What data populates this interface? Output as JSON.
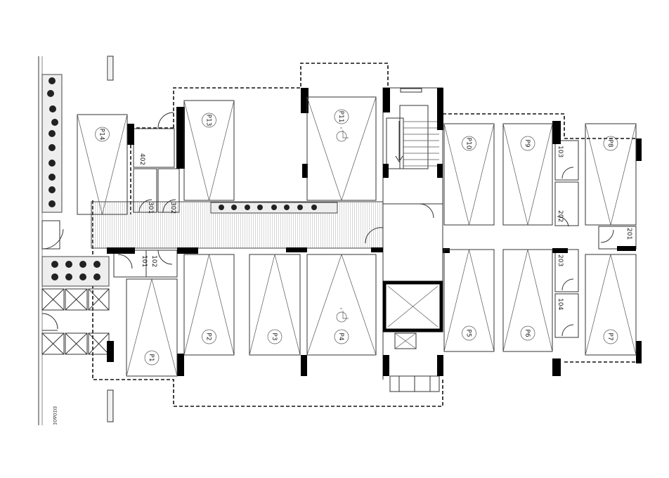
{
  "plan": {
    "parking_spaces": {
      "p14": "P14",
      "p13": "P13",
      "p11": "P11",
      "p10": "P10",
      "p9": "P9",
      "p8": "P8",
      "p1": "P1",
      "p2": "P2",
      "p3": "P3",
      "p4": "P4",
      "p5": "P5",
      "p6": "P6",
      "p7": "P7"
    },
    "accessible_spaces": [
      "P11",
      "P4"
    ],
    "rooms": {
      "r402": "402",
      "r301": "301",
      "r302": "302",
      "r101": "101",
      "r102": "102",
      "r103": "103",
      "r202": "202",
      "r201": "201",
      "r203": "203",
      "r104": "104"
    },
    "annotations": {
      "entrance": "ΕΙΣΟΔΟΣ"
    }
  }
}
